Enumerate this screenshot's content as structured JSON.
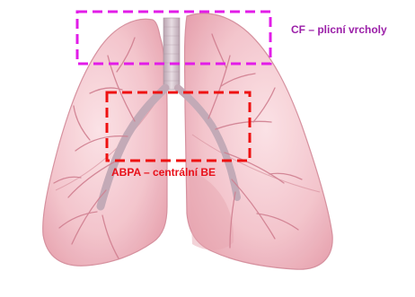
{
  "annotations": {
    "cf_label": "CF – plicní vrcholy",
    "abpa_label": "ABPA – centrální BE"
  },
  "colors": {
    "cf_box": "#e21ce8",
    "cf_text": "#9b1fa8",
    "abpa_box": "#ee1111",
    "abpa_text": "#e8101a",
    "lung_fill": "#f4c4cc",
    "lung_edge": "#c87a88",
    "airway": "#c9b3be",
    "vessels": "#d97f8f"
  },
  "icons": [
    "lungs-illustration"
  ]
}
